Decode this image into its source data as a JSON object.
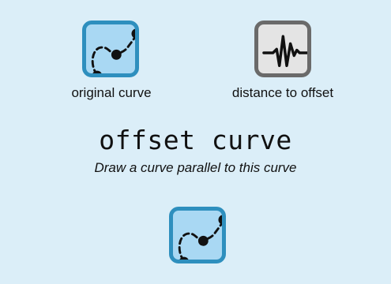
{
  "inputs": [
    {
      "label": "original curve",
      "icon": "curve-icon"
    },
    {
      "label": "distance to offset",
      "icon": "waveform-icon"
    }
  ],
  "node": {
    "title": "offset curve",
    "description": "Draw a curve parallel to this curve"
  },
  "output": {
    "icon": "curve-icon"
  },
  "colors": {
    "background": "#dbeef8",
    "curve_fill": "#a9d8f3",
    "curve_border": "#2e8fbe",
    "distance_fill": "#e4e4e4",
    "distance_border": "#6a6a6a",
    "ink": "#111111"
  }
}
